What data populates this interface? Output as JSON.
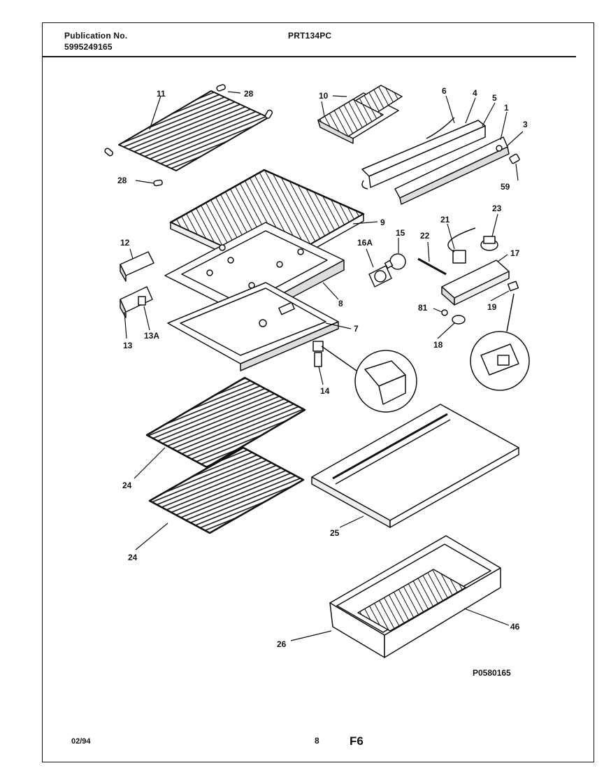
{
  "header": {
    "publication_label": "Publication No.",
    "publication_number": "5995249165",
    "model": "PRT134PC"
  },
  "callouts": [
    "11",
    "28",
    "28",
    "10",
    "6",
    "4",
    "5",
    "1",
    "3",
    "59",
    "9",
    "12",
    "16A",
    "15",
    "21",
    "22",
    "23",
    "17",
    "8",
    "13",
    "13A",
    "7",
    "81",
    "19",
    "18",
    "14",
    "24",
    "24",
    "25",
    "26",
    "46"
  ],
  "drawing_id": "P0580165",
  "footer": {
    "date": "02/94",
    "page": "8",
    "section": "F6"
  }
}
